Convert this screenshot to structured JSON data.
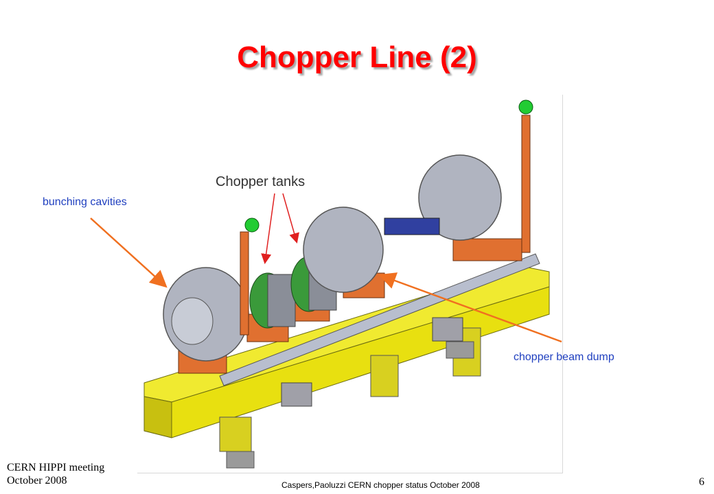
{
  "slide": {
    "title": "Chopper Line (2)",
    "labels": {
      "bunching_cavities": "bunching cavities",
      "chopper_beam_dump": "chopper beam dump",
      "chopper_tanks": "Chopper tanks"
    },
    "footer": {
      "meeting_line1": "CERN HIPPI meeting",
      "meeting_line2": "October 2008",
      "center": "Caspers,Paoluzzi CERN chopper status October 2008",
      "page_number": "6"
    }
  },
  "colors": {
    "title": "#ff0000",
    "label_text": "#1f3fbf",
    "callout_arrow": "#f07020",
    "tank_arrow": "#e02020",
    "girder": "#e8e010",
    "support": "#e07030",
    "cavity": "#b0b4c0",
    "tank_ring": "#3a9a3a",
    "beam_pipe": "#a8aec0",
    "indicator_light": "#22cc33"
  }
}
